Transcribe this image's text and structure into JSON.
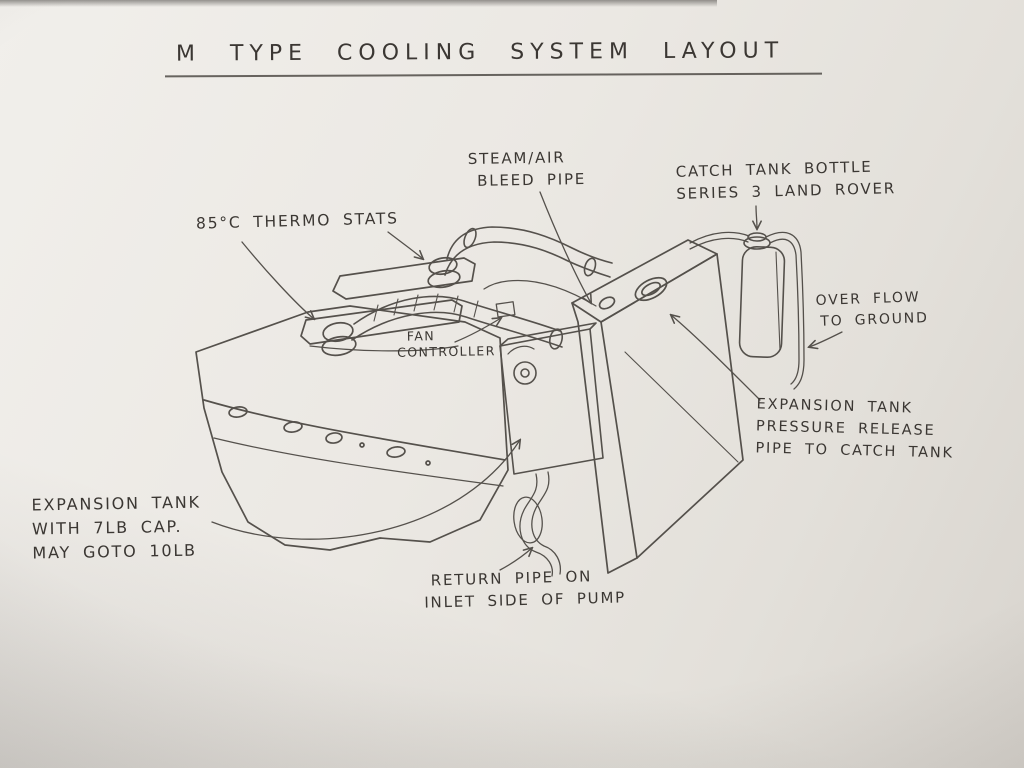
{
  "title": "M TYPE COOLING SYSTEM LAYOUT",
  "colors": {
    "ink": "#45413c",
    "text": "#3b3733",
    "paper": "#e9e6e1"
  },
  "labels": {
    "thermostats": {
      "lines": [
        "85°C THERMO STATS"
      ]
    },
    "steam_air_bleed": {
      "lines": [
        "STEAM/AIR",
        "BLEED PIPE"
      ]
    },
    "catch_tank": {
      "lines": [
        "CATCH TANK BOTTLE",
        "SERIES 3 LAND ROVER"
      ]
    },
    "overflow": {
      "lines": [
        "OVER FLOW",
        "TO GROUND"
      ]
    },
    "fan_controller": {
      "lines": [
        "FAN",
        "CONTROLLER"
      ]
    },
    "pressure_release": {
      "lines": [
        "EXPANSION TANK",
        "PRESSURE RELEASE",
        "PIPE TO CATCH TANK"
      ]
    },
    "expansion_tank": {
      "lines": [
        "EXPANSION TANK",
        "WITH 7LB CAP.",
        "MAY GOTO 10LB"
      ]
    },
    "return_pipe": {
      "lines": [
        "RETURN PIPE ON",
        "INLET SIDE OF PUMP"
      ]
    }
  }
}
